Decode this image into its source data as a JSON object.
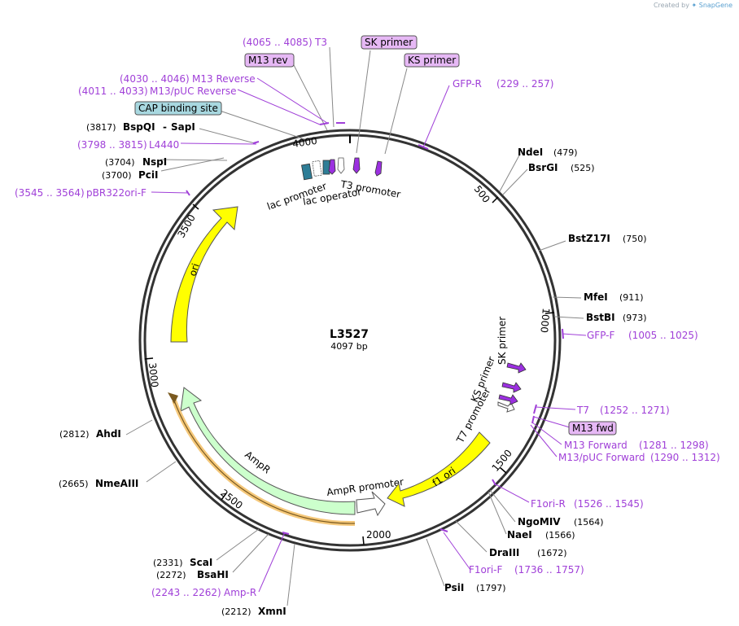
{
  "credit": {
    "prefix": "Created by",
    "brand": "SnapGene"
  },
  "plasmid": {
    "name": "L3527",
    "length_label": "4097 bp",
    "length": 4097
  },
  "ticks": [
    "500",
    "1000",
    "1500",
    "2000",
    "2500",
    "3000",
    "3500",
    "4000"
  ],
  "enzymes": [
    {
      "name": "NdeI",
      "pos": "(479)"
    },
    {
      "name": "BsrGI",
      "pos": "(525)"
    },
    {
      "name": "BstZ17I",
      "pos": "(750)"
    },
    {
      "name": "MfeI",
      "pos": "(911)"
    },
    {
      "name": "BstBI",
      "pos": "(973)"
    },
    {
      "name": "NgoMIV",
      "pos": "(1564)"
    },
    {
      "name": "NaeI",
      "pos": "(1566)"
    },
    {
      "name": "DraIII",
      "pos": "(1672)"
    },
    {
      "name": "PsiI",
      "pos": "(1797)"
    },
    {
      "name": "XmnI",
      "pos": "(2212)"
    },
    {
      "name": "BsaHI",
      "pos": "(2272)"
    },
    {
      "name": "ScaI",
      "pos": "(2331)"
    },
    {
      "name": "NmeAIII",
      "pos": "(2665)"
    },
    {
      "name": "AhdI",
      "pos": "(2812)"
    },
    {
      "name": "PciI",
      "pos": "(3700)"
    },
    {
      "name": "NspI",
      "pos": "(3704)"
    },
    {
      "name": "BspQI",
      "pos": "(3817)",
      "alt": "SapI",
      "sep": "-"
    }
  ],
  "primers": [
    {
      "name": "GFP-R",
      "range": "(229 .. 257)"
    },
    {
      "name": "GFP-F",
      "range": "(1005 .. 1025)"
    },
    {
      "name": "T7",
      "range": "(1252 .. 1271)"
    },
    {
      "name": "M13 Forward",
      "range": "(1281 .. 1298)"
    },
    {
      "name": "M13/pUC Forward",
      "range": "(1290 .. 1312)"
    },
    {
      "name": "F1ori-R",
      "range": "(1526 .. 1545)"
    },
    {
      "name": "F1ori-F",
      "range": "(1736 .. 1757)"
    },
    {
      "name": "Amp-R",
      "range": "(2243 .. 2262)"
    },
    {
      "name": "pBR322ori-F",
      "range": "(3545 .. 3564)"
    },
    {
      "name": "L4440",
      "range": "(3798 .. 3815)"
    },
    {
      "name": "M13/pUC Reverse",
      "range": "(4011 .. 4033)"
    },
    {
      "name": "M13 Reverse",
      "range": "(4030 .. 4046)"
    },
    {
      "name": "T3",
      "range": "(4065 .. 4085)"
    }
  ],
  "boxed_labels": {
    "sk_primer": "SK primer",
    "ks_primer": "KS primer",
    "m13_rev": "M13 rev",
    "m13_fwd": "M13 fwd",
    "cap_site": "CAP binding site"
  },
  "features": {
    "ori": "ori",
    "ampr": "AmpR",
    "ampr_promoter": "AmpR promoter",
    "f1_ori": "f1 ori",
    "t7_promoter": "T7 promoter",
    "ks_primer": "KS primer",
    "sk_primer": "SK primer",
    "lac_promoter": "lac promoter",
    "lac_operator": "lac operator",
    "t3_promoter": "T3 promoter"
  },
  "colors": {
    "ori": "#ffff00",
    "ampr": "#ccffcc",
    "ampr_orf": "#f5c87a",
    "primer": "#a040d8",
    "primer_feature": "#9b30e0",
    "label_box": "#e6b8f5",
    "cap_box": "#a8d8e0",
    "lac_block": "#2e7d96"
  }
}
